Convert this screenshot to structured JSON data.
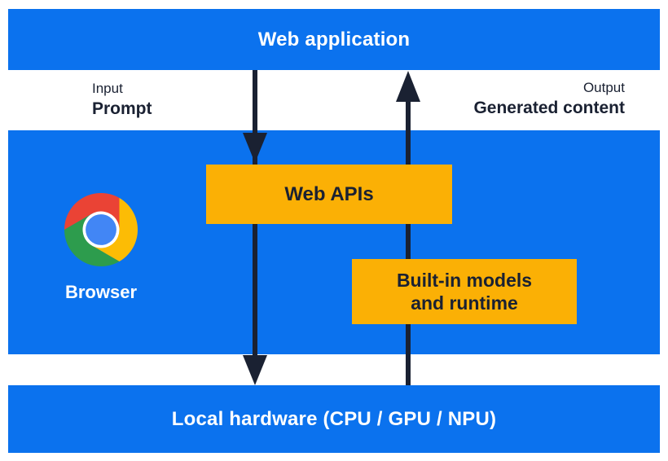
{
  "top_bar": {
    "label": "Web application"
  },
  "io": {
    "input_title": "Input",
    "input_value": "Prompt",
    "output_title": "Output",
    "output_value": "Generated content"
  },
  "panel": {
    "browser_label": "Browser",
    "web_apis_label": "Web APIs",
    "builtin_line1": "Built-in models",
    "builtin_line2": "and runtime"
  },
  "bottom_bar": {
    "label": "Local hardware (CPU / GPU / NPU)"
  },
  "icons": {
    "chrome_logo": "chrome-browser-logo"
  },
  "colors": {
    "band_blue": "#0b72ee",
    "box_yellow": "#fbb005",
    "ink_dark_navy": "#1a2132",
    "text_white": "#ffffff",
    "chrome_red": "#ea4335",
    "chrome_green": "#2d9c4d",
    "chrome_yellow": "#fcbc05",
    "chrome_blue": "#4286f5"
  }
}
